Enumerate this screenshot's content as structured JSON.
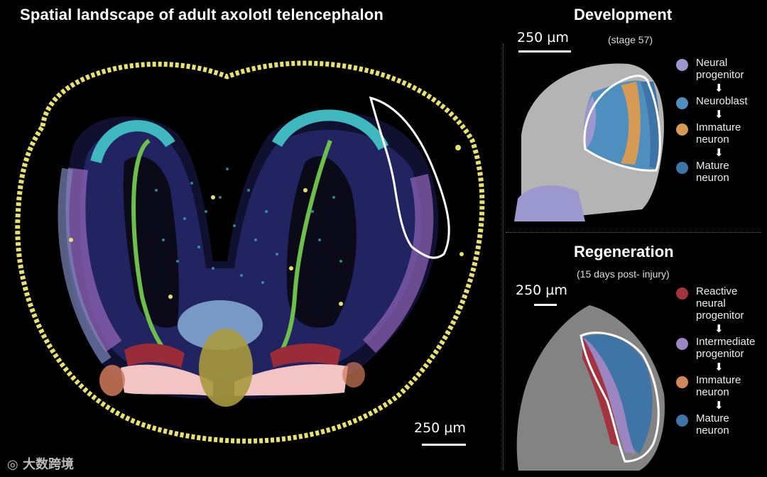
{
  "title": "Spatial landscape of adult axolotl telencephalon",
  "main_scalebar": "250 µm",
  "development": {
    "title": "Development",
    "subtitle": "(stage 57)",
    "scalebar": "250 µm",
    "legend": [
      {
        "label_1": "Neural",
        "label_2": "progenitor",
        "label_3": "",
        "color": "#9b97cf"
      },
      {
        "label_1": "Neuroblast",
        "label_2": "",
        "label_3": "",
        "color": "#4f8fbf"
      },
      {
        "label_1": "Immature",
        "label_2": "neuron",
        "label_3": "",
        "color": "#d69a55"
      },
      {
        "label_1": "Mature",
        "label_2": "neuron",
        "label_3": "",
        "color": "#3f75a6"
      }
    ]
  },
  "regeneration": {
    "title": "Regeneration",
    "subtitle": "(15 days post- injury)",
    "scalebar": "250 µm",
    "legend": [
      {
        "label_1": "Reactive",
        "label_2": "neural",
        "label_3": "progenitor",
        "color": "#a3333f"
      },
      {
        "label_1": "Intermediate",
        "label_2": "progenitor",
        "label_3": "",
        "color": "#9b86c2"
      },
      {
        "label_1": "Immature",
        "label_2": "neuron",
        "label_3": "",
        "color": "#d1875e"
      },
      {
        "label_1": "Mature",
        "label_2": "neuron",
        "label_3": "",
        "color": "#3f75a6"
      }
    ]
  },
  "arrow_glyph": "⬇",
  "watermark": "大数跨境",
  "colors": {
    "yellow": "#e8e070",
    "teal": "#3fb8c0",
    "green": "#6cbf4a",
    "navy": "#2b2f7a",
    "purple": "#8a5fb0",
    "lavender": "#9b97cf",
    "pink": "#f2c4c4",
    "red": "#9a2b38",
    "olive": "#a89a3e",
    "lightblue": "#8fb6e0",
    "salmon": "#d07a5a",
    "gray": "#9a9a9a"
  }
}
